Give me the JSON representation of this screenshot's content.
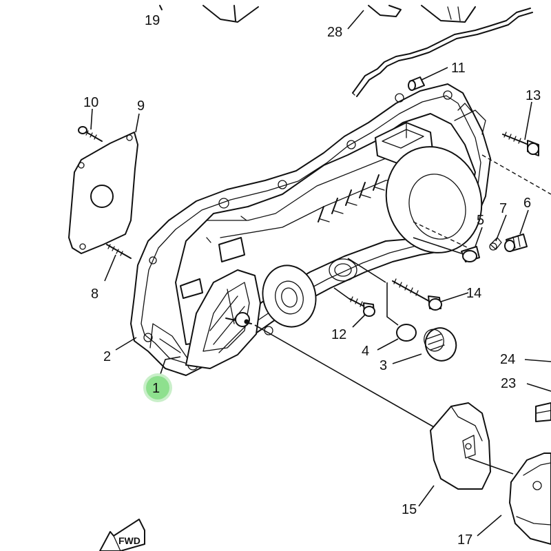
{
  "callouts": {
    "c1": "1",
    "c2": "2",
    "c3": "3",
    "c4": "4",
    "c5": "5",
    "c6": "6",
    "c7": "7",
    "c8": "8",
    "c9": "9",
    "c10": "10",
    "c11": "11",
    "c12": "12",
    "c13": "13",
    "c14": "14",
    "c15": "15",
    "c17": "17",
    "c19": "19",
    "c23": "23",
    "c24": "24",
    "c28": "28"
  },
  "fwd_label": "FWD",
  "colors": {
    "ink": "#111111",
    "highlight": "#8ee08e",
    "highlight_ring": "#c9efc9"
  }
}
